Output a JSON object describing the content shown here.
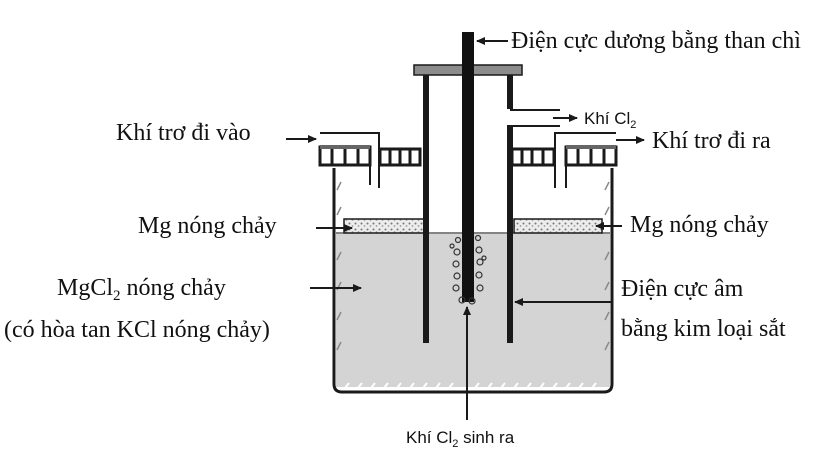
{
  "diagram": {
    "title": "Điện phân MgCl2 nóng chảy",
    "labels": {
      "anode": "Điện cực dương bằng than chì",
      "cl2_out": "Khí Cl",
      "cl2_out_sub": "2",
      "inert_in": "Khí trơ đi vào",
      "inert_out": "Khí trơ đi ra",
      "mg_left": "Mg nóng chảy",
      "mg_right": "Mg nóng chảy",
      "mgcl2": "MgCl",
      "mgcl2_sub": "2",
      "mgcl2_rest": " nóng chảy",
      "kcl": "(có hòa tan KCl nóng chảy)",
      "cathode_line1": "Điện cực âm",
      "cathode_line2": "bằng kim loại sắt",
      "cl2_generated": "Khí Cl",
      "cl2_generated_sub": "2",
      "cl2_generated_rest": " sinh ra"
    },
    "colors": {
      "line": "#1a1a1a",
      "electrolyte": "#d4d4d4",
      "lid_plate": "#8c8c8c",
      "mg_layer": "#e6e6e6"
    }
  }
}
